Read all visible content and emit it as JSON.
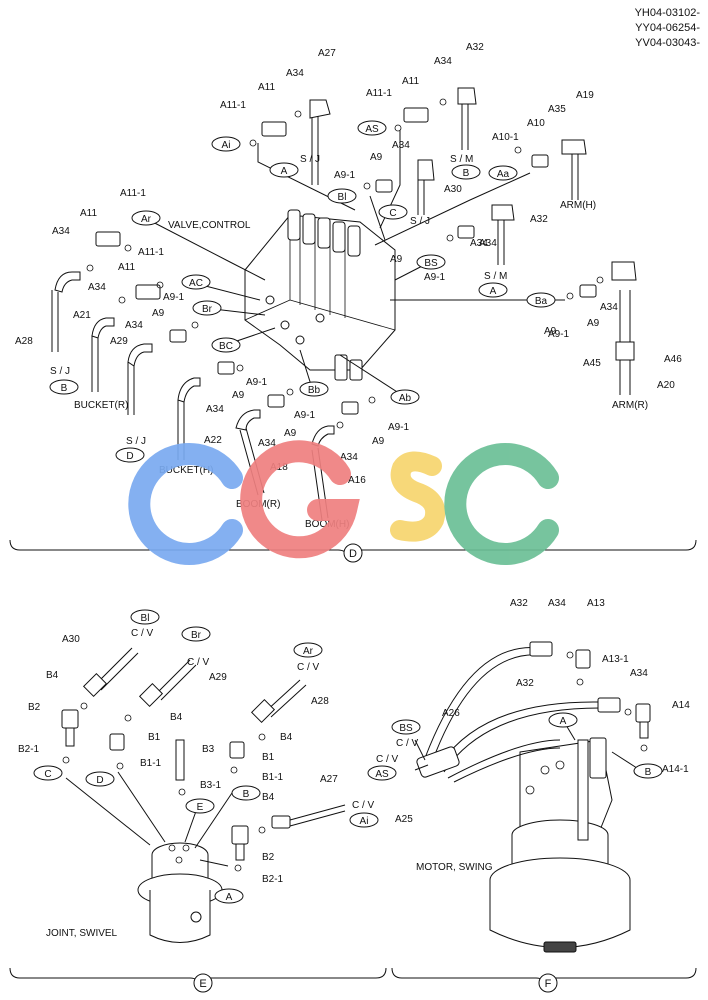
{
  "header": {
    "codes": [
      "YH04-03102-",
      "YY04-06254-",
      "YV04-03043-"
    ]
  },
  "section_d": {
    "title": "VALVE,CONTROL",
    "view_label": "D",
    "callouts": [
      "A27",
      "A34",
      "A11",
      "A11-1",
      "A32",
      "A34",
      "A11",
      "A11-1",
      "A19",
      "A35",
      "A10",
      "A10-1",
      "A34",
      "A9",
      "A9-1",
      "A30",
      "A11-1",
      "A11",
      "A34",
      "A11-1",
      "A11",
      "A34",
      "A32",
      "A34",
      "A9",
      "A9-1",
      "A21",
      "A28",
      "A29",
      "A34",
      "A9",
      "A9-1",
      "A9",
      "A34",
      "A22",
      "A34",
      "A9",
      "A9-1",
      "A9-1",
      "A9",
      "A34",
      "A18",
      "A34",
      "A16",
      "A9",
      "A9-1",
      "A34",
      "A46",
      "A45",
      "A20",
      "A9",
      "A9-1"
    ],
    "ports": [
      "Ai",
      "AS",
      "Aa",
      "Bl",
      "Ar",
      "AC",
      "Br",
      "BC",
      "Bb",
      "Ab",
      "BS",
      "Ba",
      "A",
      "B",
      "C",
      "A",
      "B",
      "D"
    ],
    "hose_labels": [
      "S / J",
      "S / M",
      "ARM(H)",
      "S / J",
      "S / M",
      "S / J",
      "BUCKET(R)",
      "S / J",
      "BUCKET(H)",
      "BOOM(R)",
      "BOOM(H)",
      "ARM(R)"
    ]
  },
  "section_e": {
    "title": "JOINT, SWIVEL",
    "view_label": "E",
    "callouts": [
      "A30",
      "B4",
      "B2",
      "B2-1",
      "Bl",
      "Br",
      "A29",
      "B4",
      "B1",
      "B3",
      "B1-1",
      "B3-1",
      "B1",
      "B1-1",
      "B4",
      "B2",
      "B2-1",
      "Ar",
      "A28",
      "B4",
      "A27"
    ],
    "ports": [
      "Bl",
      "Br",
      "Ar",
      "C",
      "D",
      "E",
      "B",
      "A",
      "Ai"
    ],
    "cv_labels": [
      "C / V",
      "C / V",
      "C / V",
      "C / V"
    ]
  },
  "section_f": {
    "title": "MOTOR, SWING",
    "view_label": "F",
    "callouts": [
      "A32",
      "A34",
      "A13",
      "A13-1",
      "A32",
      "A34",
      "A14",
      "A14-1",
      "A26",
      "A25"
    ],
    "ports": [
      "BS",
      "AS",
      "A",
      "B"
    ],
    "cv_labels": [
      "C / V",
      "C / V"
    ]
  },
  "watermark": {
    "text": "CGSC",
    "colors": [
      "#7aaaf0",
      "#ef8080",
      "#f7d56e",
      "#6bbf96"
    ]
  }
}
